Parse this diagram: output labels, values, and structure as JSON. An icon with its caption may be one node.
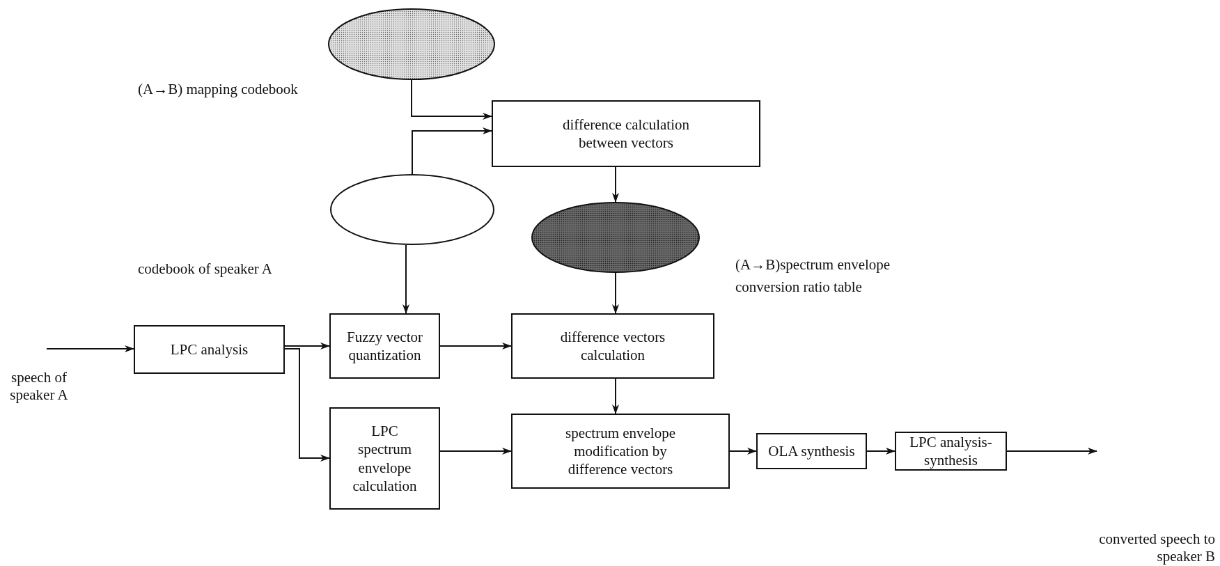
{
  "diagram": {
    "nodes": [
      {
        "text": [],
        "shape": "ellipse",
        "beside": [
          "(A→B) mapping codebook"
        ]
      },
      {
        "text": [
          "difference calculation between vectors"
        ]
      },
      {
        "text": [],
        "shape": "ellipse"
      },
      {
        "text": [],
        "shape": "ellipse",
        "beside": [
          "(A→B)spectrum envelope conversion ratio table"
        ]
      },
      {
        "text": [
          "LPC analysis"
        ]
      },
      {
        "text": [
          "Fuzzy vector quantization"
        ]
      },
      {
        "text": [
          "difference vectors calculation"
        ]
      },
      {
        "text": [
          "LPC spectrum envelope calculation"
        ]
      },
      {
        "text": [
          "spectrum envelope modification by difference vectors"
        ]
      },
      {
        "text": [
          "OLA synthesis"
        ]
      },
      {
        "text": [
          "LPC analysis-synthesis"
        ]
      }
    ],
    "edges": [
      {
        "from": 0,
        "to": 1,
        "arrow": "to"
      },
      {
        "from": 2,
        "to": 1,
        "arrow": "to"
      },
      {
        "from": 1,
        "to": 3,
        "arrow": "to"
      },
      {
        "from": 2,
        "to": 5,
        "arrow": "to"
      },
      {
        "from": 3,
        "to": 6,
        "arrow": "to"
      },
      {
        "from": null,
        "to": 4,
        "arrow": "to"
      },
      {
        "from": 4,
        "to": 5,
        "arrow": "to"
      },
      {
        "from": 4,
        "to": 7,
        "arrow": "to"
      },
      {
        "from": 5,
        "to": 6,
        "arrow": "to"
      },
      {
        "from": 6,
        "to": 8,
        "arrow": "to"
      },
      {
        "from": 7,
        "to": 8,
        "arrow": "to"
      },
      {
        "from": 8,
        "to": 9,
        "arrow": "to"
      },
      {
        "from": 9,
        "to": 10,
        "arrow": "to"
      },
      {
        "from": 10,
        "to": null,
        "arrow": "to"
      }
    ],
    "labels": [
      "codebook of speaker A",
      "speech of speaker A",
      "converted speech to speaker B"
    ]
  }
}
